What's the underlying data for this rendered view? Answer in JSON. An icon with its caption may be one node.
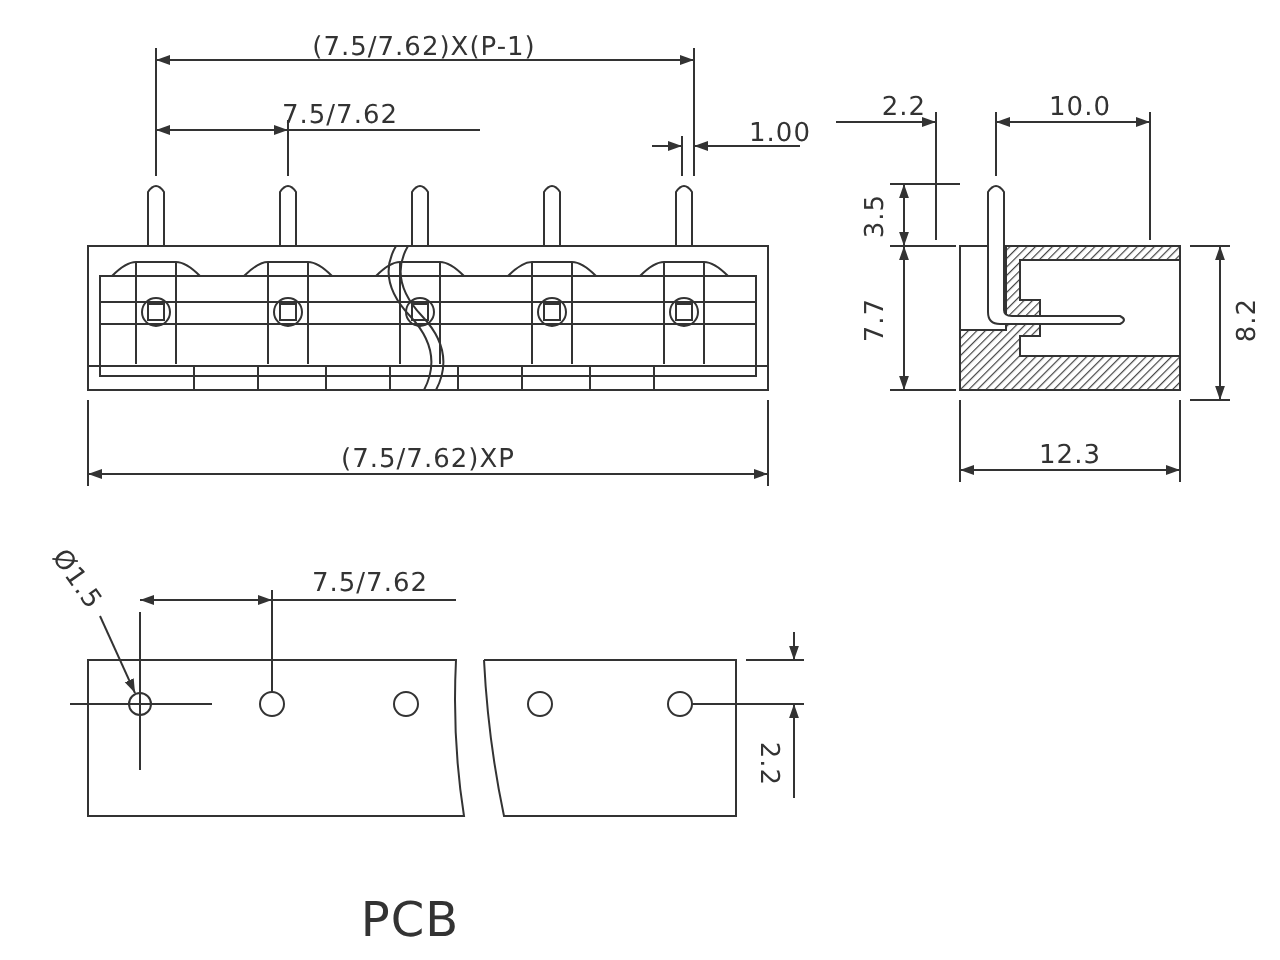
{
  "diagram": {
    "nodes": [
      {
        "text": [
          "Ø1.5"
        ]
      },
      {
        "text": [],
        "shape": "circle"
      }
    ],
    "edges": [
      {
        "from": 0,
        "to": 1,
        "arrow": "to"
      }
    ],
    "labels": [
      "(7.5/7.62)X(P-1)",
      "7.5/7.62",
      "1.00",
      "2.2",
      "10.0",
      "3.5",
      "7.7",
      "8.2",
      "(7.5/7.62)XP",
      "12.3",
      "7.5/7.62",
      "2.2",
      "PCB"
    ]
  }
}
